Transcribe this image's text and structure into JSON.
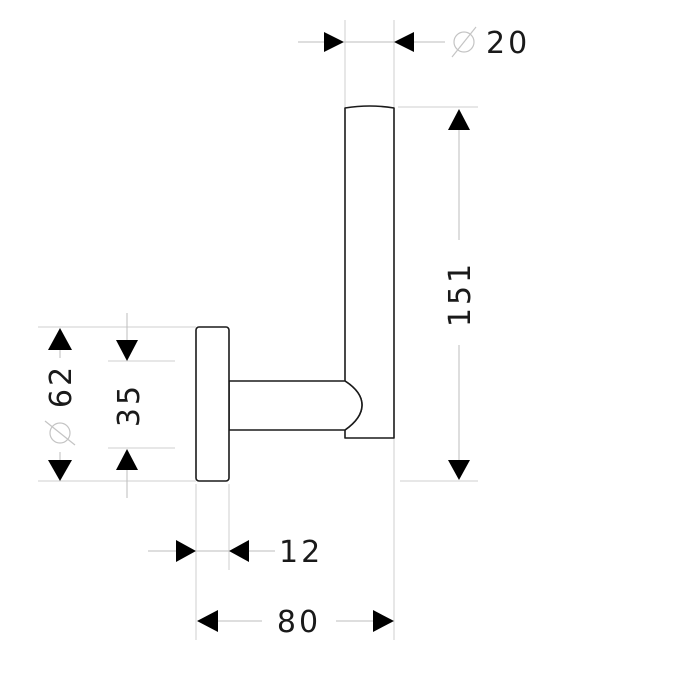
{
  "dimensions": {
    "tube_diameter": {
      "symbol": "diameter-icon",
      "value": "20"
    },
    "height": {
      "value": "151"
    },
    "rosette_diameter": {
      "symbol": "diameter-icon",
      "value": "62"
    },
    "arm_height": {
      "value": "35"
    },
    "rosette_thickness": {
      "value": "12"
    },
    "projection": {
      "value": "80"
    }
  }
}
